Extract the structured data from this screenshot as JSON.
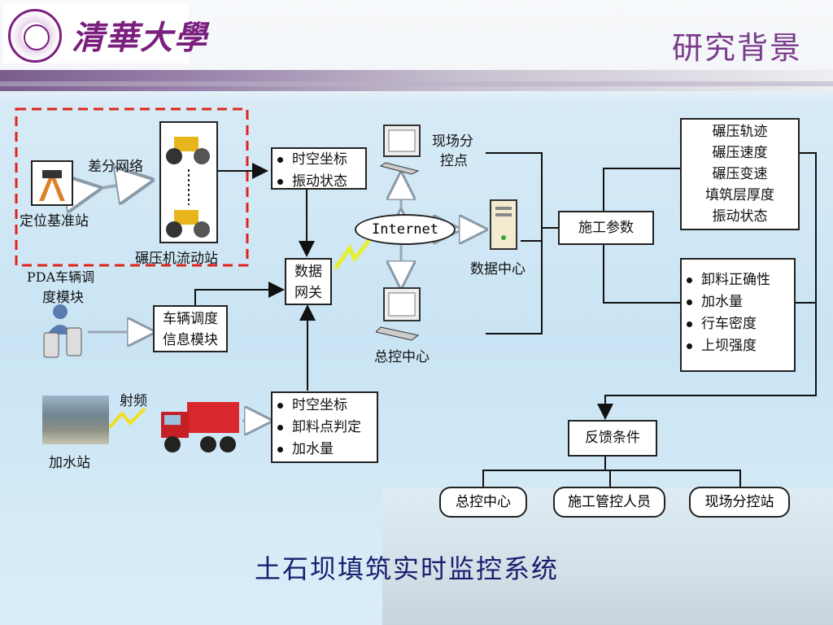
{
  "header": {
    "logo_text": "清華大學",
    "title": "研究背景"
  },
  "left_group": {
    "base_station_label": "定位基准站",
    "network_label": "差分网络",
    "roller_label": "碾压机流动站"
  },
  "top_info": {
    "items": [
      "时空坐标",
      "振动状态"
    ]
  },
  "gateway": {
    "line1": "数据",
    "line2": "网关"
  },
  "pda": {
    "label_line1": "PDA车辆调",
    "label_line2": "度模块"
  },
  "dispatch": {
    "line1": "车辆调度",
    "line2": "信息模块"
  },
  "radio_label": "射频",
  "water_station_label": "加水站",
  "truck_info": {
    "items": [
      "时空坐标",
      "卸料点判定",
      "加水量"
    ]
  },
  "internet_label": "Internet",
  "site_point": {
    "line1": "现场分",
    "line2": "控点"
  },
  "data_center_label": "数据中心",
  "control_center_label": "总控中心",
  "construction_params": "施工参数",
  "params_top": {
    "items": [
      "碾压轨迹",
      "碾压速度",
      "碾压变速",
      "填筑层厚度",
      "振动状态"
    ]
  },
  "params_bottom": {
    "items": [
      "卸料正确性",
      "加水量",
      "行车密度",
      "上坝强度"
    ]
  },
  "feedback": "反馈条件",
  "recipients": [
    "总控中心",
    "施工管控人员",
    "现场分控站"
  ],
  "footer_title": "土石坝填筑实时监控系统",
  "colors": {
    "accent_purple": "#7a3a8c",
    "dashed_red": "#e0241c",
    "footer_navy": "#1a1e6e"
  }
}
